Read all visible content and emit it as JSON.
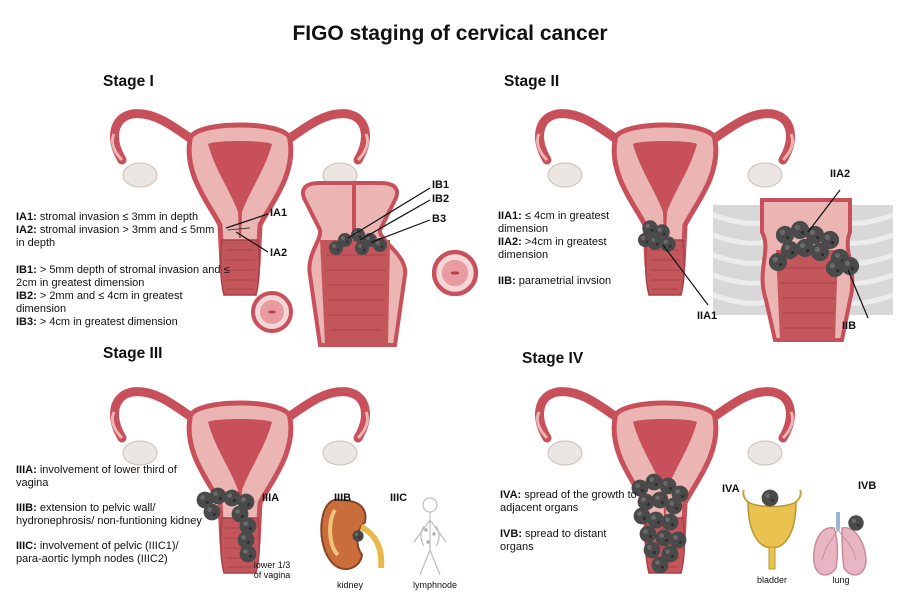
{
  "title": "FIGO staging of cervical cancer",
  "stages": {
    "s1": {
      "heading": "Stage I",
      "desc": [
        {
          "code": "IA1:",
          "text": " stromal invasion ≤ 3mm in depth"
        },
        {
          "code": "IA2:",
          "text": " stromal invasion > 3mm and ≤ 5mm in depth"
        },
        {
          "code": "IB1:",
          "text": " > 5mm depth of stromal invasion and ≤ 2cm in greatest dimension"
        },
        {
          "code": "IB2:",
          "text": " > 2mm and ≤ 4cm in greatest dimension"
        },
        {
          "code": "IB3:",
          "text": " > 4cm in greatest dimension"
        }
      ],
      "labels": {
        "ia1": "IA1",
        "ia2": "IA2",
        "ib1": "IB1",
        "ib2": "IB2",
        "b3": "B3"
      }
    },
    "s2": {
      "heading": "Stage II",
      "desc": [
        {
          "code": "IIA1:",
          "text": " ≤ 4cm in greatest dimension"
        },
        {
          "code": "IIA2:",
          "text": " >4cm in greatest dimension"
        },
        {
          "code": "IIB:",
          "text": " parametrial invsion"
        }
      ],
      "labels": {
        "iia1": "IIA1",
        "iia2": "IIA2",
        "iib": "IIB"
      }
    },
    "s3": {
      "heading": "Stage III",
      "desc": [
        {
          "code": "IIIA:",
          "text": " involvement of lower third of vagina"
        },
        {
          "code": "IIIB:",
          "text": " extension to pelvic wall/ hydronephrosis/ non-funtioning kidney"
        },
        {
          "code": "IIIC:",
          "text": " involvement of pelvic (IIIC1)/ para-aortic lymph nodes (IIIC2)"
        }
      ],
      "labels": {
        "iiia": "IIIA",
        "iiib": "IIIB",
        "iiic": "IIIC"
      },
      "captions": {
        "vagina": "lower 1/3 of vagina",
        "kidney": "kidney",
        "lymph": "lymphnode"
      }
    },
    "s4": {
      "heading": "Stage IV",
      "desc": [
        {
          "code": "IVA:",
          "text": " spread of the growth to adjacent organs"
        },
        {
          "code": "IVB:",
          "text": " spread to distant organs"
        }
      ],
      "labels": {
        "iva": "IVA",
        "ivb": "IVB"
      },
      "captions": {
        "bladder": "bladder",
        "lung": "lung"
      }
    }
  },
  "colors": {
    "uterus": "#c8505a",
    "uterus_light": "#eab5b2",
    "tissue": "#b55a55",
    "tumor": "#4a4a4a",
    "tumor_dark": "#2b2b2b",
    "ovary": "#ece6e2",
    "bladder": "#e9c24f",
    "lung": "#e8b6c2",
    "kidney": "#c96d3b",
    "parametrium": "#d0d0d0"
  }
}
